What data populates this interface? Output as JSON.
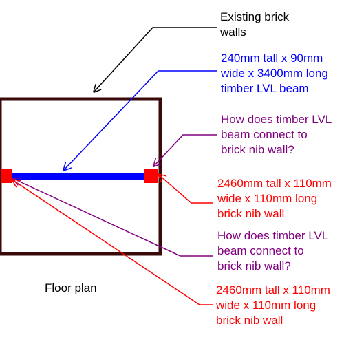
{
  "labels": {
    "existing_walls": "Existing brick\nwalls",
    "beam_spec": "240mm tall x 90mm\nwide x 3400mm long\ntimber LVL beam",
    "question_right": "How does timber LVL\nbeam connect to\nbrick nib wall?",
    "nib_spec_right": "2460mm tall x 110mm\nwide x 110mm long\nbrick nib wall",
    "question_left": "How does timber LVL\nbeam connect to\nbrick nib wall?",
    "nib_spec_left": "2460mm tall x 110mm\nwide x 110mm long\nbrick nib wall",
    "floor_plan": "Floor plan"
  },
  "colors": {
    "walls": "#3a0a0a",
    "beam": "#0000ff",
    "nib": "#ff0000",
    "question": "#800080",
    "label_black": "#000000"
  }
}
